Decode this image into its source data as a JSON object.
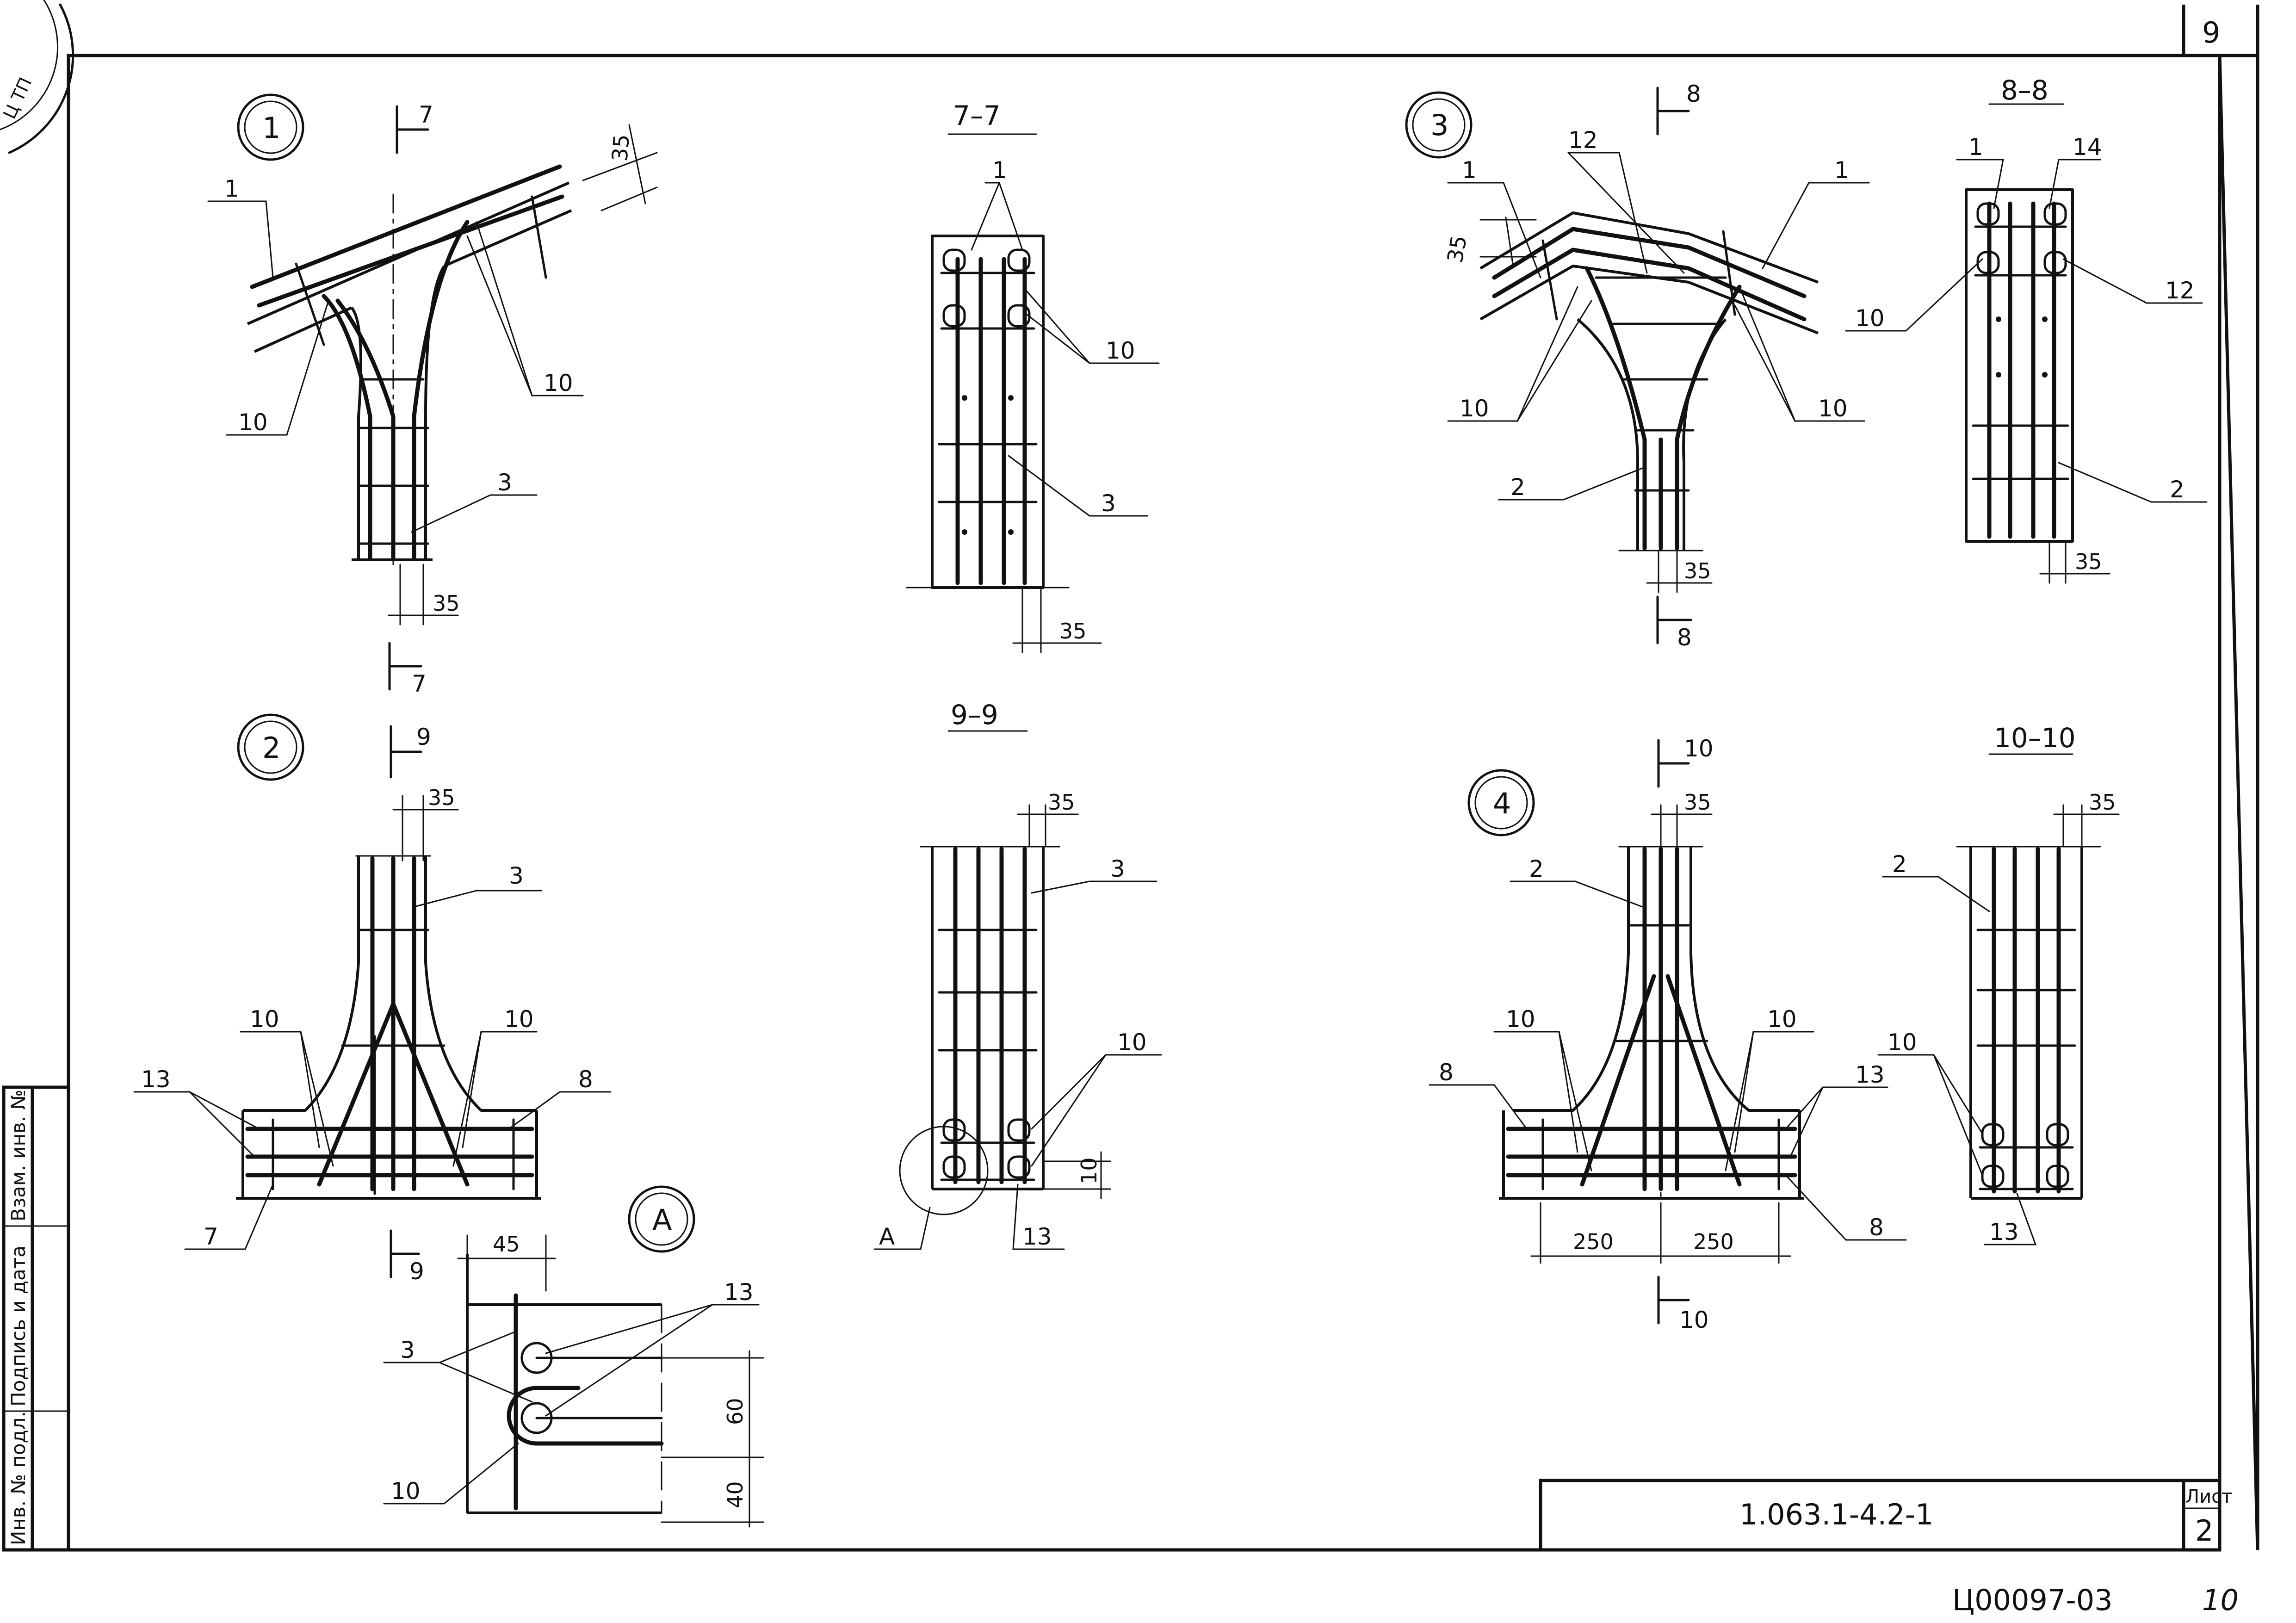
{
  "sheet": {
    "page_corner_number": "9",
    "designation": "1.063.1-4.2-1",
    "sheet_label": "Лист",
    "sheet_number": "2",
    "inventory_stamp": "Ц00097-03",
    "bottom_page_number": "10",
    "stamp_fragment": "Ц ТП",
    "side_stamp": {
      "inv_podl": "Инв. № подл.",
      "podpis_data": "Подпись и дата",
      "vzam_inv": "Взам. инв. №"
    }
  },
  "nodes": {
    "n1": "1",
    "n2": "2",
    "n3": "3",
    "n4": "4",
    "nA": "А"
  },
  "sections": {
    "s77": "7–7",
    "s99": "9–9",
    "s88": "8–8",
    "s1010": "10–10"
  },
  "cuts": {
    "c7": "7",
    "c8": "8",
    "c9": "9",
    "c10": "10"
  },
  "positions": {
    "p1": "1",
    "p2": "2",
    "p3": "3",
    "p7": "7",
    "p8": "8",
    "p10": "10",
    "p12": "12",
    "p13": "13",
    "p14": "14",
    "pA": "А"
  },
  "dims": {
    "d35": "35",
    "d10": "10",
    "d45": "45",
    "d60": "60",
    "d40": "40",
    "d250": "250"
  }
}
